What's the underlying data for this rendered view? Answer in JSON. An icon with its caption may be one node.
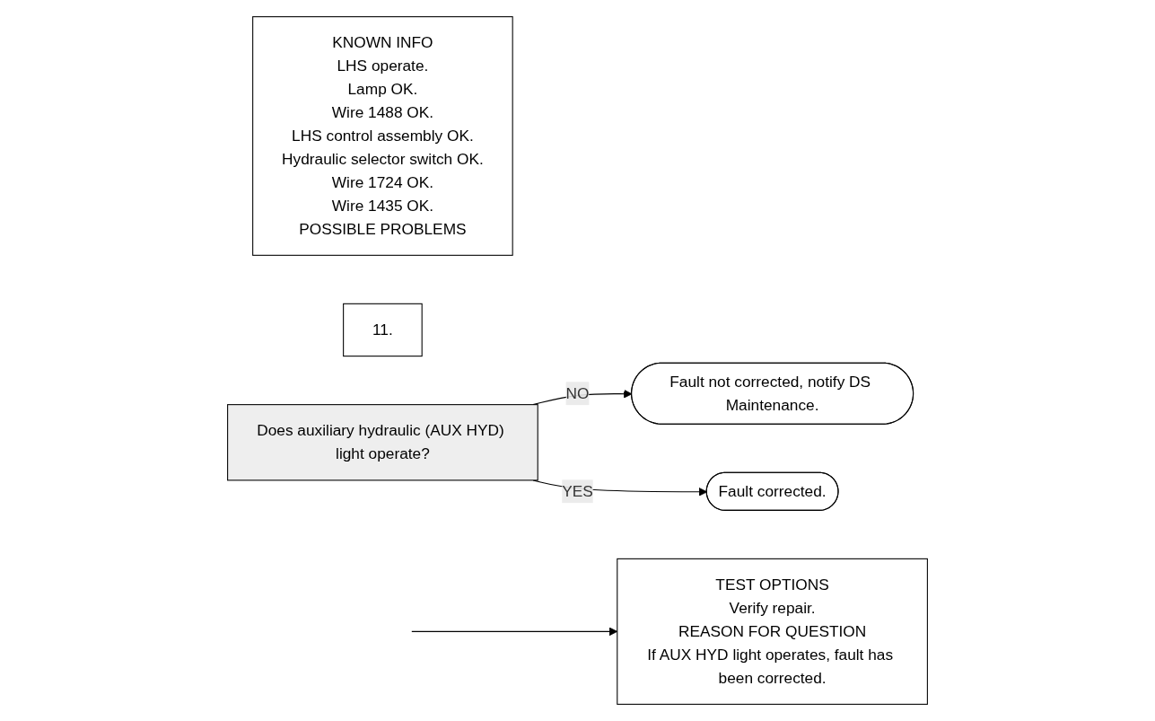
{
  "diagram": {
    "nodes": [
      {
        "text": [
          "KNOWN INFO",
          "LHS operate.",
          "Lamp OK.",
          "Wire 1488 OK.",
          "LHS control assembly OK.",
          "Hydraulic selector switch OK.",
          "Wire 1724 OK.",
          "Wire 1435 OK.",
          "POSSIBLE PROBLEMS"
        ]
      },
      {
        "text": [
          "11."
        ]
      },
      {
        "text": [
          "Does auxiliary hydraulic (AUX HYD) light operate?"
        ]
      },
      {
        "text": [
          "TEST OPTIONS",
          "Verify repair.",
          "REASON FOR QUESTION",
          "If AUX HYD light operates, fault has been corrected."
        ]
      },
      {
        "text": [
          "Fault not corrected, notify DS Maintenance."
        ]
      },
      {
        "text": [
          "Fault corrected."
        ]
      }
    ],
    "edges": [
      {
        "from": 2,
        "to": 4,
        "label": "NO",
        "arrow": "to"
      },
      {
        "from": 2,
        "to": 5,
        "label": "YES",
        "arrow": "to"
      },
      {
        "from": null,
        "to": 3,
        "arrow": "to"
      }
    ]
  }
}
